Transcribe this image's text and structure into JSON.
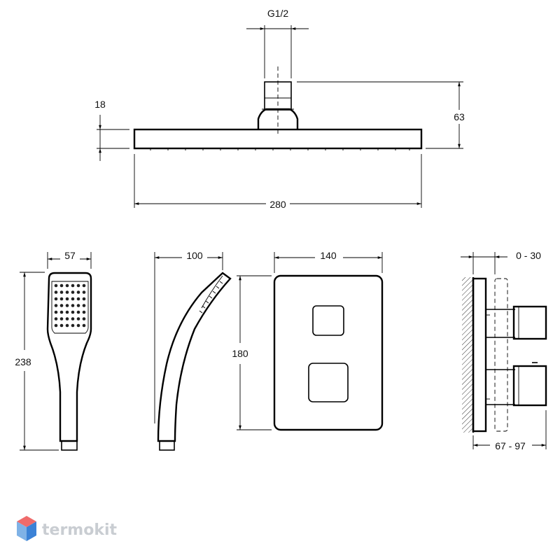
{
  "dimensions": {
    "inlet_thread": "G1/2",
    "head_thickness": "18",
    "head_height": "63",
    "head_width": "280",
    "handshower_width": "57",
    "handshower_length": "238",
    "handshower_depth": "100",
    "plate_width": "140",
    "plate_height": "180",
    "adjust_range": "0 - 30",
    "installation_depth": "67 - 97"
  },
  "watermark": {
    "brand": "termokit",
    "colors": {
      "top": "#ef6b6b",
      "left": "#7fb2e6",
      "right": "#3b82d6"
    }
  }
}
